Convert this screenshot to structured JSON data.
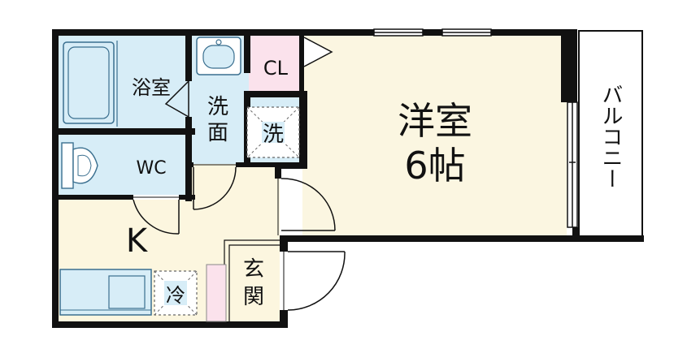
{
  "rooms": {
    "western_room": {
      "name": "洋室",
      "size": "6帖"
    },
    "bathroom": "浴室",
    "closet": "CL",
    "washroom": [
      "洗",
      "面"
    ],
    "washer_space": "洗",
    "toilet": "WC",
    "kitchen": "K",
    "fridge_space": "冷",
    "entrance": [
      "玄",
      "関"
    ],
    "balcony": "バルコニー"
  },
  "colors": {
    "wall": "#111111",
    "western_room_floor": "#fbf6e1",
    "wet_area": "#d7edf7",
    "closet": "#fbe2ec",
    "kitchen_floor": "#fcf6df",
    "balcony": "#ffffff",
    "fixture_stroke": "#3a6f8f"
  }
}
